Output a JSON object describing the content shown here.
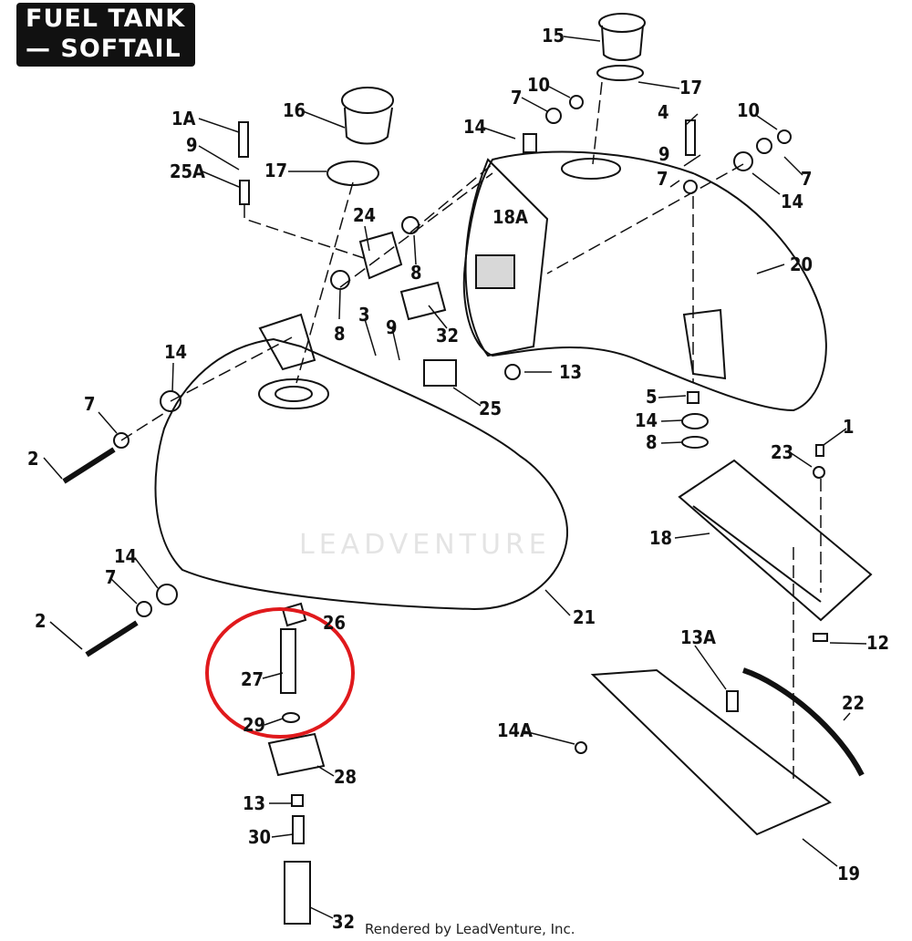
{
  "title": {
    "line1": "FUEL TANK",
    "line2": "— SOFTAIL"
  },
  "watermark": "LEADVENTURE",
  "footer": "Rendered by LeadVenture, Inc.",
  "highlight": {
    "color": "#e0191c",
    "encircles": [
      "26",
      "27",
      "29"
    ]
  },
  "callouts": [
    {
      "id": "c-1A",
      "label": "1A"
    },
    {
      "id": "c-9a",
      "label": "9"
    },
    {
      "id": "c-25A",
      "label": "25A"
    },
    {
      "id": "c-16",
      "label": "16"
    },
    {
      "id": "c-17a",
      "label": "17"
    },
    {
      "id": "c-24",
      "label": "24"
    },
    {
      "id": "c-8a",
      "label": "8"
    },
    {
      "id": "c-8b",
      "label": "8"
    },
    {
      "id": "c-3",
      "label": "3"
    },
    {
      "id": "c-9b",
      "label": "9"
    },
    {
      "id": "c-32a",
      "label": "32"
    },
    {
      "id": "c-14a",
      "label": "14"
    },
    {
      "id": "c-7a",
      "label": "7"
    },
    {
      "id": "c-2a",
      "label": "2"
    },
    {
      "id": "c-25",
      "label": "25"
    },
    {
      "id": "c-13a",
      "label": "13"
    },
    {
      "id": "c-15",
      "label": "15"
    },
    {
      "id": "c-17b",
      "label": "17"
    },
    {
      "id": "c-10a",
      "label": "10"
    },
    {
      "id": "c-7b",
      "label": "7"
    },
    {
      "id": "c-14b",
      "label": "14"
    },
    {
      "id": "c-18A",
      "label": "18A"
    },
    {
      "id": "c-4",
      "label": "4"
    },
    {
      "id": "c-9c",
      "label": "9"
    },
    {
      "id": "c-7c",
      "label": "7"
    },
    {
      "id": "c-10b",
      "label": "10"
    },
    {
      "id": "c-7d",
      "label": "7"
    },
    {
      "id": "c-14c",
      "label": "14"
    },
    {
      "id": "c-20",
      "label": "20"
    },
    {
      "id": "c-5",
      "label": "5"
    },
    {
      "id": "c-14d",
      "label": "14"
    },
    {
      "id": "c-8c",
      "label": "8"
    },
    {
      "id": "c-1",
      "label": "1"
    },
    {
      "id": "c-23",
      "label": "23"
    },
    {
      "id": "c-18",
      "label": "18"
    },
    {
      "id": "c-12",
      "label": "12"
    },
    {
      "id": "c-14e",
      "label": "14"
    },
    {
      "id": "c-7e",
      "label": "7"
    },
    {
      "id": "c-2b",
      "label": "2"
    },
    {
      "id": "c-21",
      "label": "21"
    },
    {
      "id": "c-26",
      "label": "26"
    },
    {
      "id": "c-27",
      "label": "27"
    },
    {
      "id": "c-29",
      "label": "29"
    },
    {
      "id": "c-28",
      "label": "28"
    },
    {
      "id": "c-13b",
      "label": "13"
    },
    {
      "id": "c-30",
      "label": "30"
    },
    {
      "id": "c-32b",
      "label": "32"
    },
    {
      "id": "c-13A",
      "label": "13A"
    },
    {
      "id": "c-22",
      "label": "22"
    },
    {
      "id": "c-14A",
      "label": "14A"
    },
    {
      "id": "c-19",
      "label": "19"
    }
  ]
}
